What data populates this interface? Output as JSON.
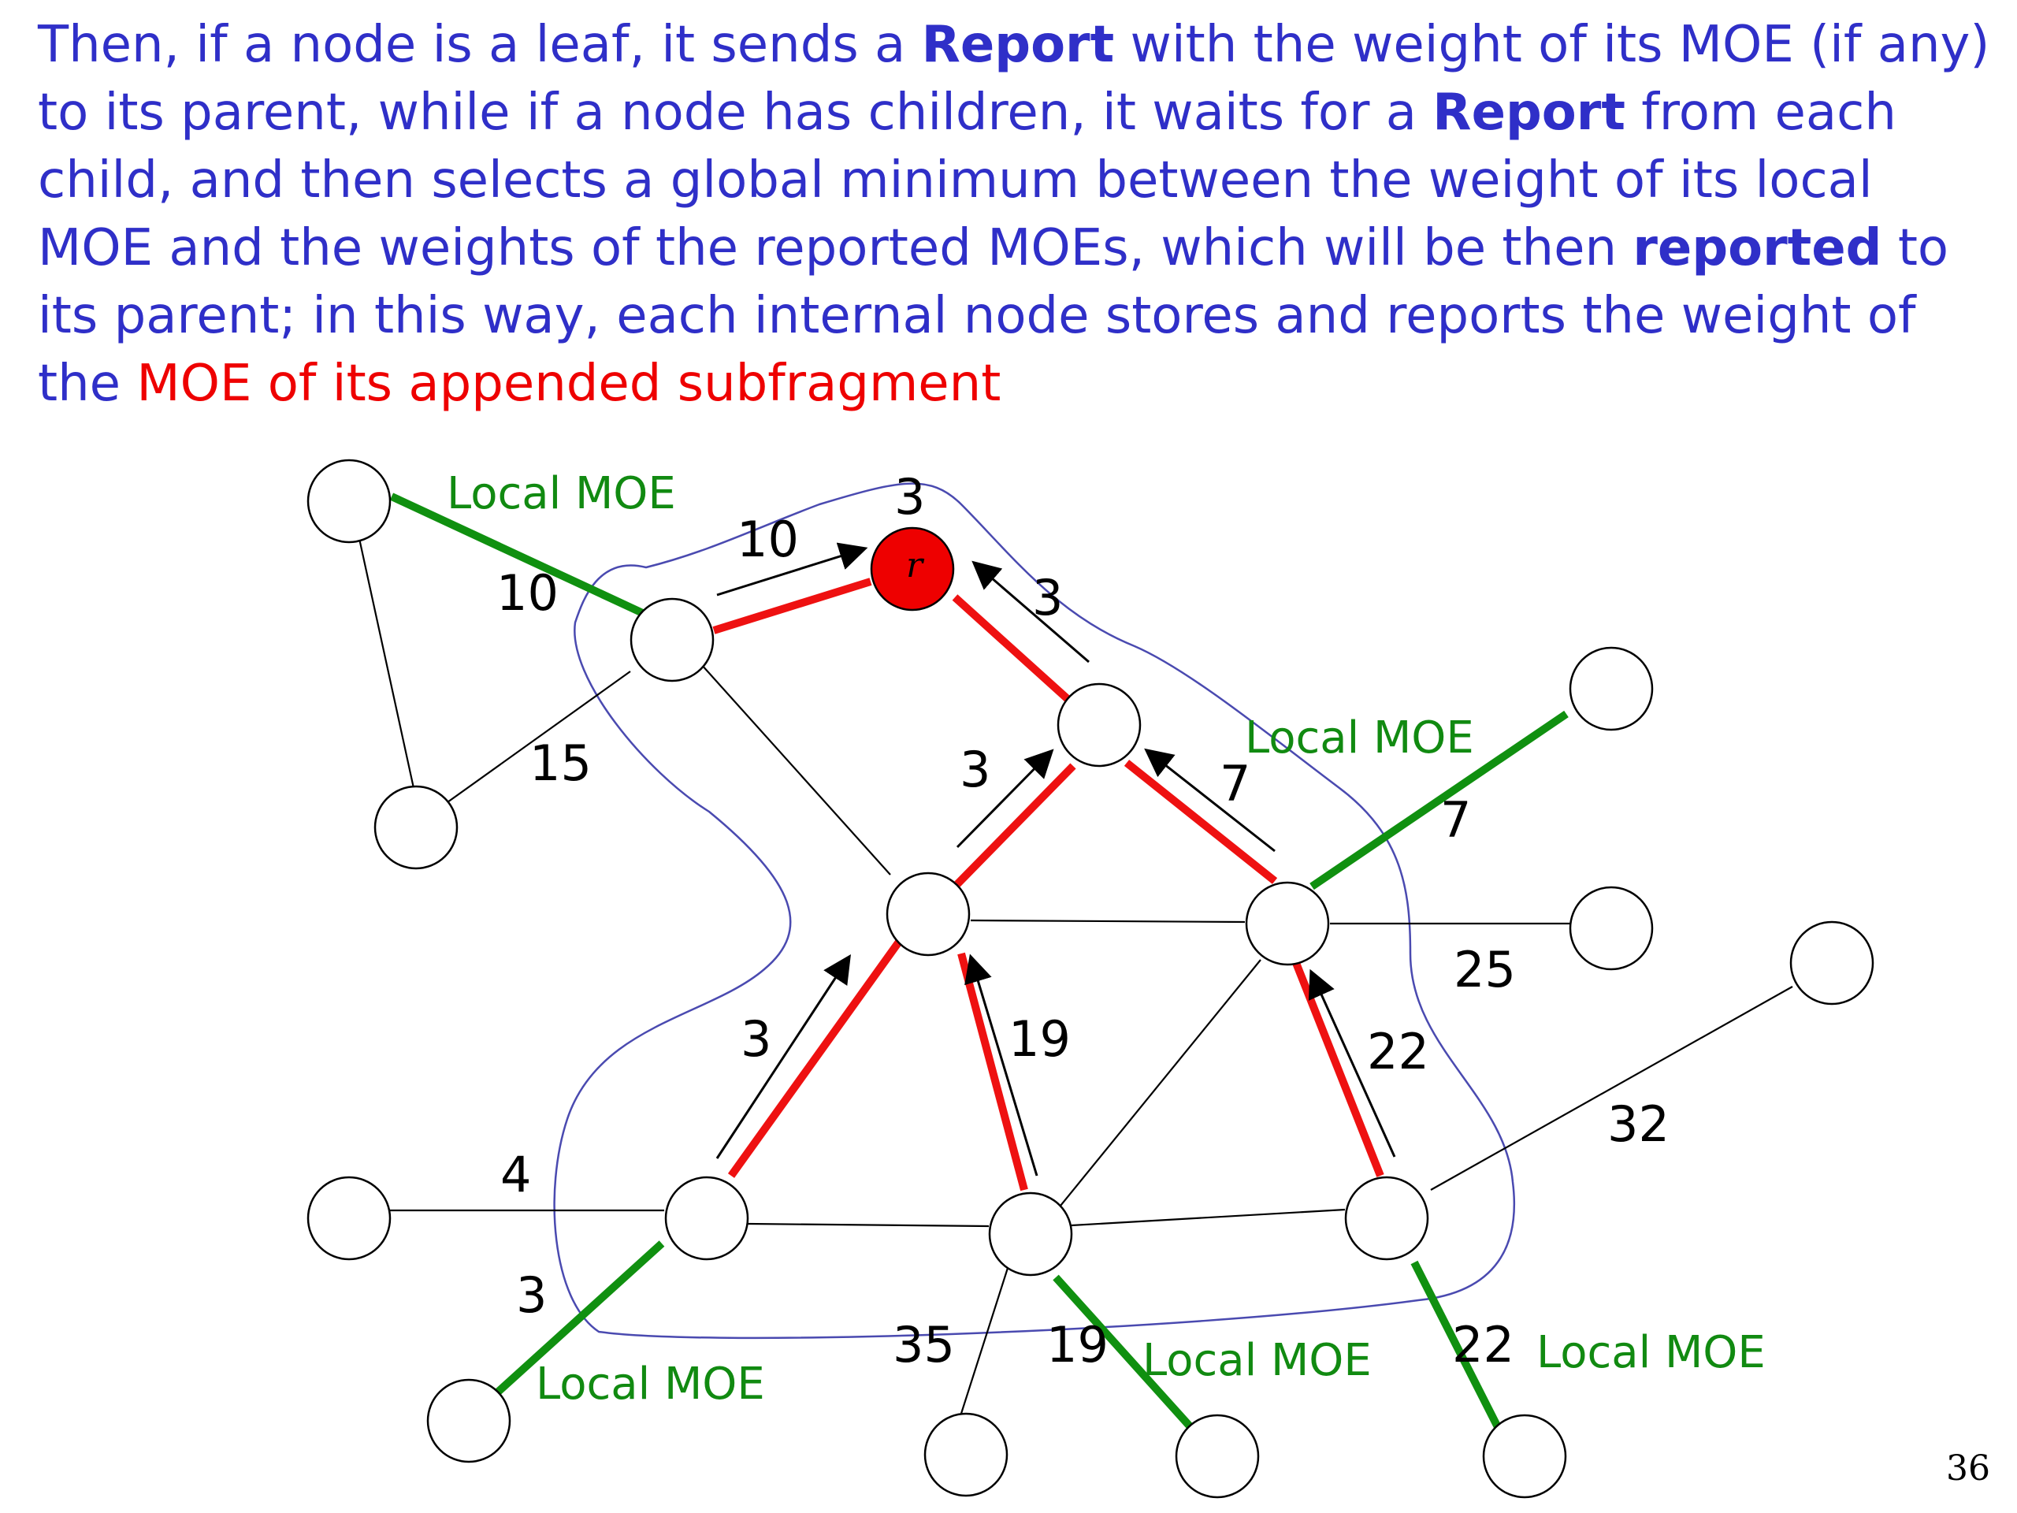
{
  "paragraph": {
    "p1": "Then, if a node is a leaf, it sends a ",
    "b1": "Report",
    "p2": " with the weight of its MOE (if any) to its parent, while if a node has children, it waits for a ",
    "b2": "Report",
    "p3": " from each child, and then selects a global minimum between the weight of its local MOE and the weights of the reported MOEs, which will be then ",
    "b3": "reported",
    "p4": " to its parent; in this way, each internal node stores and reports the weight of the ",
    "red": "MOE of its appended subfragment"
  },
  "root_label": "r",
  "moe_label": "Local MOE",
  "weights": {
    "w_tl_local": "10",
    "w_tl_arrow": "10",
    "w_15": "15",
    "w_root_top": "3",
    "w_root_right": "3",
    "w_mid_left": "3",
    "w_mid_right": "7",
    "w_moe_right": "7",
    "w_25": "25",
    "w_left_up": "3",
    "w_19_up": "19",
    "w_22_up": "22",
    "w_32": "32",
    "w_4": "4",
    "w_3_moe": "3",
    "w_35": "35",
    "w_19_moe": "19",
    "w_22_moe": "22"
  },
  "page_number": "36",
  "colors": {
    "text": "#2f2fc8",
    "highlight": "#ee0000",
    "tree_edge": "#ee1111",
    "moe_edge": "#109010",
    "root_node": "#ee0000"
  }
}
